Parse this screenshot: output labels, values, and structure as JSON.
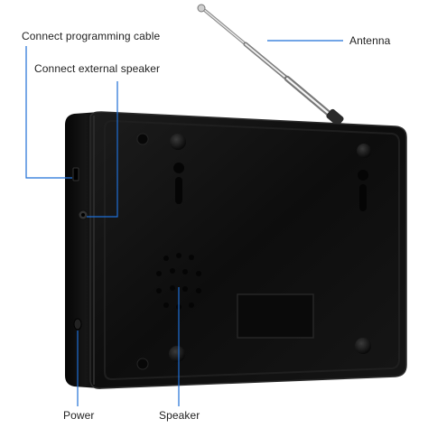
{
  "labels": {
    "programming_cable": "Connect programming cable",
    "external_speaker": "Connect external speaker",
    "antenna": "Antenna",
    "power": "Power",
    "speaker": "Speaker"
  },
  "colors": {
    "leader_line": "#1f6fd6",
    "body": "#111111",
    "label_text": "#222222"
  },
  "icons": [
    "antenna-icon",
    "screw-icon",
    "keyhole-icon",
    "speaker-grille-icon"
  ]
}
